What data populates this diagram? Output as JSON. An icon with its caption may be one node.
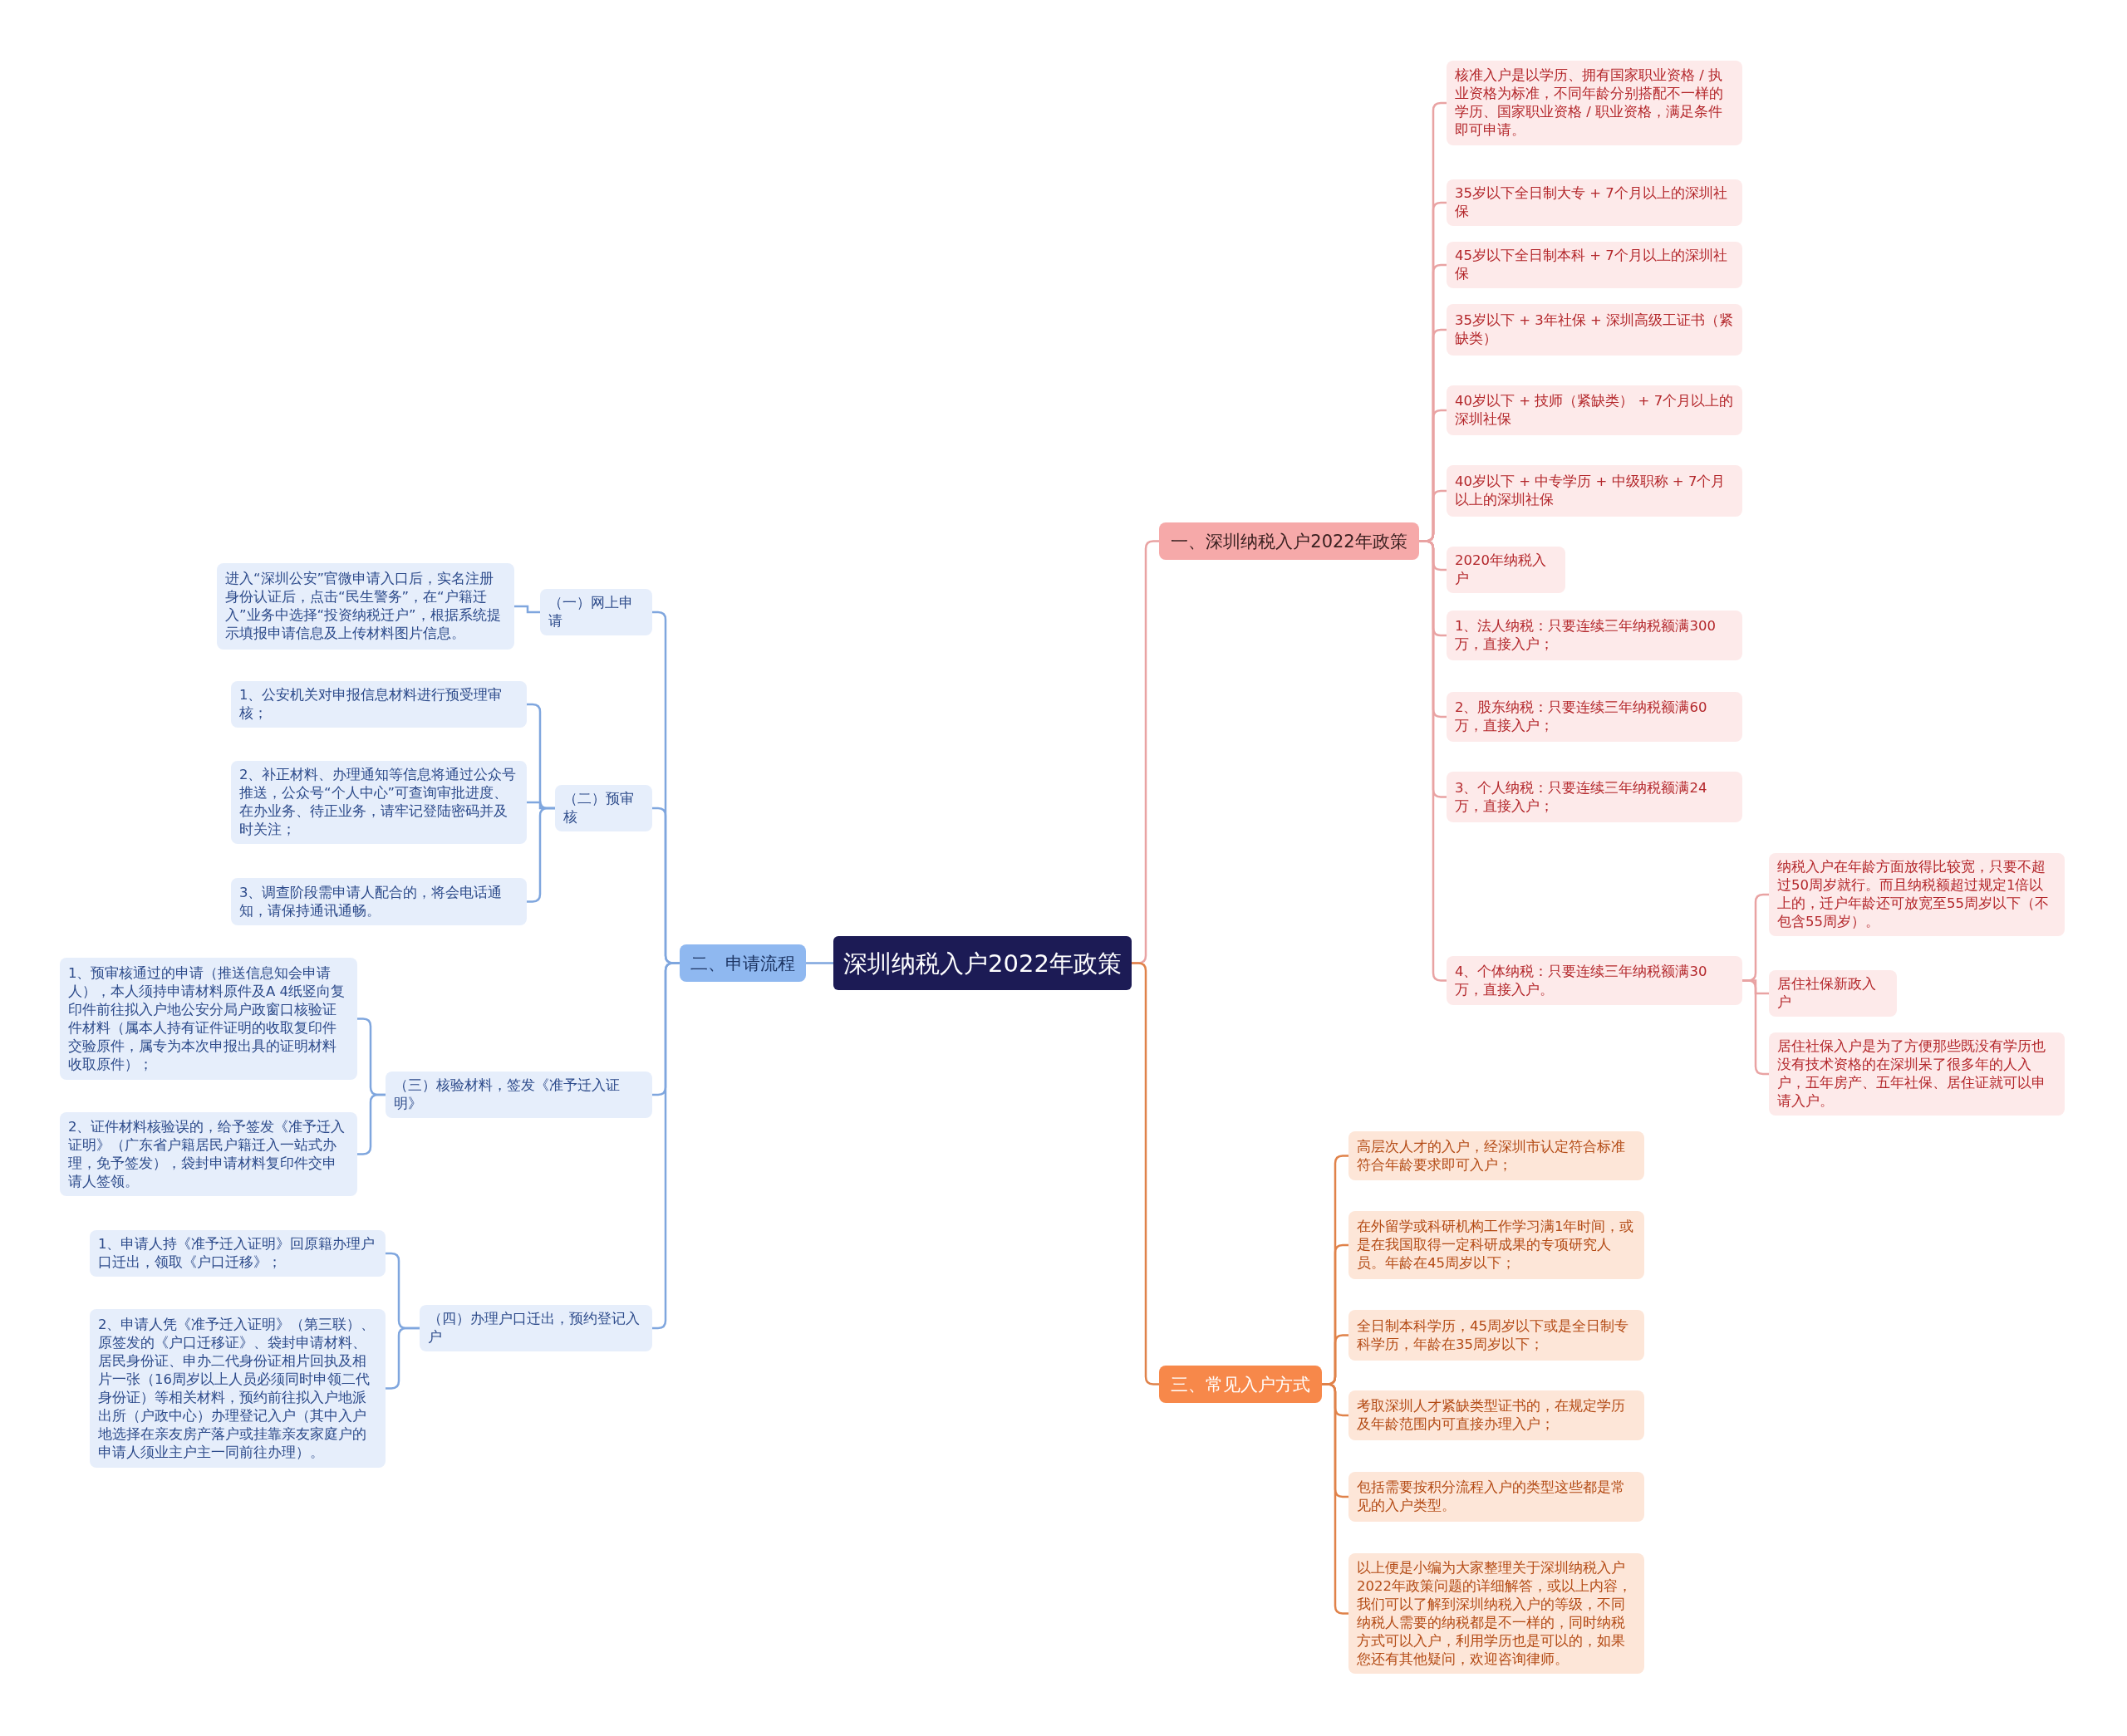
{
  "diagram": {
    "nodes": [
      {
        "text": [
          "深圳纳税入户2022年政策"
        ]
      },
      {
        "text": [
          "一、深圳纳税入户2022年政策"
        ]
      },
      {
        "text": [
          "核准入户是以学历、拥有国家职业资格 / 执业资格为标准，不同年龄分别搭配不一样的学历、国家职业资格 / 职业资格，满足条件即可申请。"
        ]
      },
      {
        "text": [
          "35岁以下全日制大专 + 7个月以上的深圳社保"
        ]
      },
      {
        "text": [
          "45岁以下全日制本科 + 7个月以上的深圳社保"
        ]
      },
      {
        "text": [
          "35岁以下 + 3年社保 + 深圳高级工证书（紧缺类）"
        ]
      },
      {
        "text": [
          "40岁以下 + 技师（紧缺类） + 7个月以上的深圳社保"
        ]
      },
      {
        "text": [
          "40岁以下 + 中专学历 + 中级职称 + 7个月以上的深圳社保"
        ]
      },
      {
        "text": [
          "2020年纳税入户"
        ]
      },
      {
        "text": [
          "1、法人纳税：只要连续三年纳税额满300万，直接入户；"
        ]
      },
      {
        "text": [
          "2、股东纳税：只要连续三年纳税额满60万，直接入户；"
        ]
      },
      {
        "text": [
          "3、个人纳税：只要连续三年纳税额满24万，直接入户；"
        ]
      },
      {
        "text": [
          "4、个体纳税：只要连续三年纳税额满30万，直接入户。"
        ]
      },
      {
        "text": [
          "纳税入户在年龄方面放得比较宽，只要不超过50周岁就行。而且纳税额超过规定1倍以上的，迁户年龄还可放宽至55周岁以下（不包含55周岁）。"
        ]
      },
      {
        "text": [
          "居住社保新政入户"
        ]
      },
      {
        "text": [
          "居住社保入户是为了方便那些既没有学历也没有技术资格的在深圳呆了很多年的人入户，五年房产、五年社保、居住证就可以申请入户。"
        ]
      },
      {
        "text": [
          "二、申请流程"
        ]
      },
      {
        "text": [
          "（一）网上申请"
        ]
      },
      {
        "text": [
          "进入“深圳公安”官微申请入口后，实名注册身份认证后，点击“民生警务”，在“户籍迁入”业务中选择“投资纳税迁户”，根据系统提示填报申请信息及上传材料图片信息。"
        ]
      },
      {
        "text": [
          "（二）预审核"
        ]
      },
      {
        "text": [
          "1、公安机关对申报信息材料进行预受理审核；"
        ]
      },
      {
        "text": [
          "2、补正材料、办理通知等信息将通过公众号推送，公众号“个人中心”可查询审批进度、在办业务、待正业务，请牢记登陆密码并及时关注；"
        ]
      },
      {
        "text": [
          "3、调查阶段需申请人配合的，将会电话通知，请保持通讯通畅。"
        ]
      },
      {
        "text": [
          "（三）核验材料，签发《准予迁入证明》"
        ]
      },
      {
        "text": [
          "1、预审核通过的申请（推送信息知会申请人），本人须持申请材料原件及A 4纸竖向复印件前往拟入户地公安分局户政窗口核验证件材料（属本人持有证件证明的收取复印件交验原件，属专为本次申报出具的证明材料收取原件）；"
        ]
      },
      {
        "text": [
          "2、证件材料核验误的，给予签发《准予迁入证明》（广东省户籍居民户籍迁入一站式办理，免予签发），袋封申请材料复印件交申请人签领。"
        ]
      },
      {
        "text": [
          "（四）办理户口迁出，预约登记入户"
        ]
      },
      {
        "text": [
          "1、申请人持《准予迁入证明》回原籍办理户口迁出，领取《户口迁移》；"
        ]
      },
      {
        "text": [
          "2、申请人凭《准予迁入证明》（第三联）、原签发的《户口迁移证》、袋封申请材料、居民身份证、申办二代身份证相片回执及相片一张（16周岁以上人员必须同时申领二代身份证）等相关材料，预约前往拟入户地派出所（户政中心）办理登记入户（其中入户地选择在亲友房产落户或挂靠亲友家庭户的申请人须业主户主一同前往办理）。"
        ]
      },
      {
        "text": [
          "三、常见入户方式"
        ]
      },
      {
        "text": [
          "高层次人才的入户，经深圳市认定符合标准符合年龄要求即可入户；"
        ]
      },
      {
        "text": [
          "在外留学或科研机构工作学习满1年时间，或是在我国取得一定科研成果的专项研究人员。年龄在45周岁以下；"
        ]
      },
      {
        "text": [
          "全日制本科学历，45周岁以下或是全日制专科学历，年龄在35周岁以下；"
        ]
      },
      {
        "text": [
          "考取深圳人才紧缺类型证书的，在规定学历及年龄范围内可直接办理入户；"
        ]
      },
      {
        "text": [
          "包括需要按积分流程入户的类型这些都是常见的入户类型。"
        ]
      },
      {
        "text": [
          "以上便是小编为大家整理关于深圳纳税入户2022年政策问题的详细解答，或以上内容，我们可以了解到深圳纳税入户的等级，不同纳税人需要的纳税都是不一样的，同时纳税方式可以入户，利用学历也是可以的，如果您还有其他疑问，欢迎咨询律师。"
        ]
      }
    ],
    "edges": [
      {
        "from": 0,
        "to": 1,
        "arrow": "none"
      },
      {
        "from": 0,
        "to": 16,
        "arrow": "none",
        "color": "#7fa6de"
      },
      {
        "from": 0,
        "to": 29,
        "arrow": "none",
        "color": "#e0824a"
      },
      {
        "from": 1,
        "to": 2,
        "arrow": "none"
      },
      {
        "from": 1,
        "to": 3,
        "arrow": "none"
      },
      {
        "from": 1,
        "to": 4,
        "arrow": "none"
      },
      {
        "from": 1,
        "to": 5,
        "arrow": "none"
      },
      {
        "from": 1,
        "to": 6,
        "arrow": "none"
      },
      {
        "from": 1,
        "to": 7,
        "arrow": "none"
      },
      {
        "from": 1,
        "to": 8,
        "arrow": "none"
      },
      {
        "from": 1,
        "to": 9,
        "arrow": "none"
      },
      {
        "from": 1,
        "to": 10,
        "arrow": "none"
      },
      {
        "from": 1,
        "to": 11,
        "arrow": "none"
      },
      {
        "from": 1,
        "to": 12,
        "arrow": "none"
      },
      {
        "from": 12,
        "to": 13,
        "arrow": "none"
      },
      {
        "from": 12,
        "to": 14,
        "arrow": "none"
      },
      {
        "from": 12,
        "to": 15,
        "arrow": "none"
      },
      {
        "from": 16,
        "to": 17,
        "arrow": "none",
        "color": "#7fa6de"
      },
      {
        "from": 16,
        "to": 19,
        "arrow": "none",
        "color": "#7fa6de"
      },
      {
        "from": 16,
        "to": 23,
        "arrow": "none",
        "color": "#7fa6de"
      },
      {
        "from": 16,
        "to": 26,
        "arrow": "none",
        "color": "#7fa6de"
      },
      {
        "from": 17,
        "to": 18,
        "arrow": "none",
        "color": "#7fa6de"
      },
      {
        "from": 19,
        "to": 20,
        "arrow": "none",
        "color": "#7fa6de"
      },
      {
        "from": 19,
        "to": 21,
        "arrow": "none",
        "color": "#7fa6de"
      },
      {
        "from": 19,
        "to": 22,
        "arrow": "none",
        "color": "#7fa6de"
      },
      {
        "from": 23,
        "to": 24,
        "arrow": "none",
        "color": "#7fa6de"
      },
      {
        "from": 23,
        "to": 25,
        "arrow": "none",
        "color": "#7fa6de"
      },
      {
        "from": 26,
        "to": 27,
        "arrow": "none",
        "color": "#7fa6de"
      },
      {
        "from": 26,
        "to": 28,
        "arrow": "none",
        "color": "#7fa6de"
      },
      {
        "from": 29,
        "to": 30,
        "arrow": "none",
        "color": "#e0824a"
      },
      {
        "from": 29,
        "to": 31,
        "arrow": "none",
        "color": "#e0824a"
      },
      {
        "from": 29,
        "to": 32,
        "arrow": "none",
        "color": "#e0824a"
      },
      {
        "from": 29,
        "to": 33,
        "arrow": "none",
        "color": "#e0824a"
      },
      {
        "from": 29,
        "to": 34,
        "arrow": "none",
        "color": "#e0824a"
      },
      {
        "from": 29,
        "to": 35,
        "arrow": "none",
        "color": "#e0824a"
      }
    ]
  }
}
